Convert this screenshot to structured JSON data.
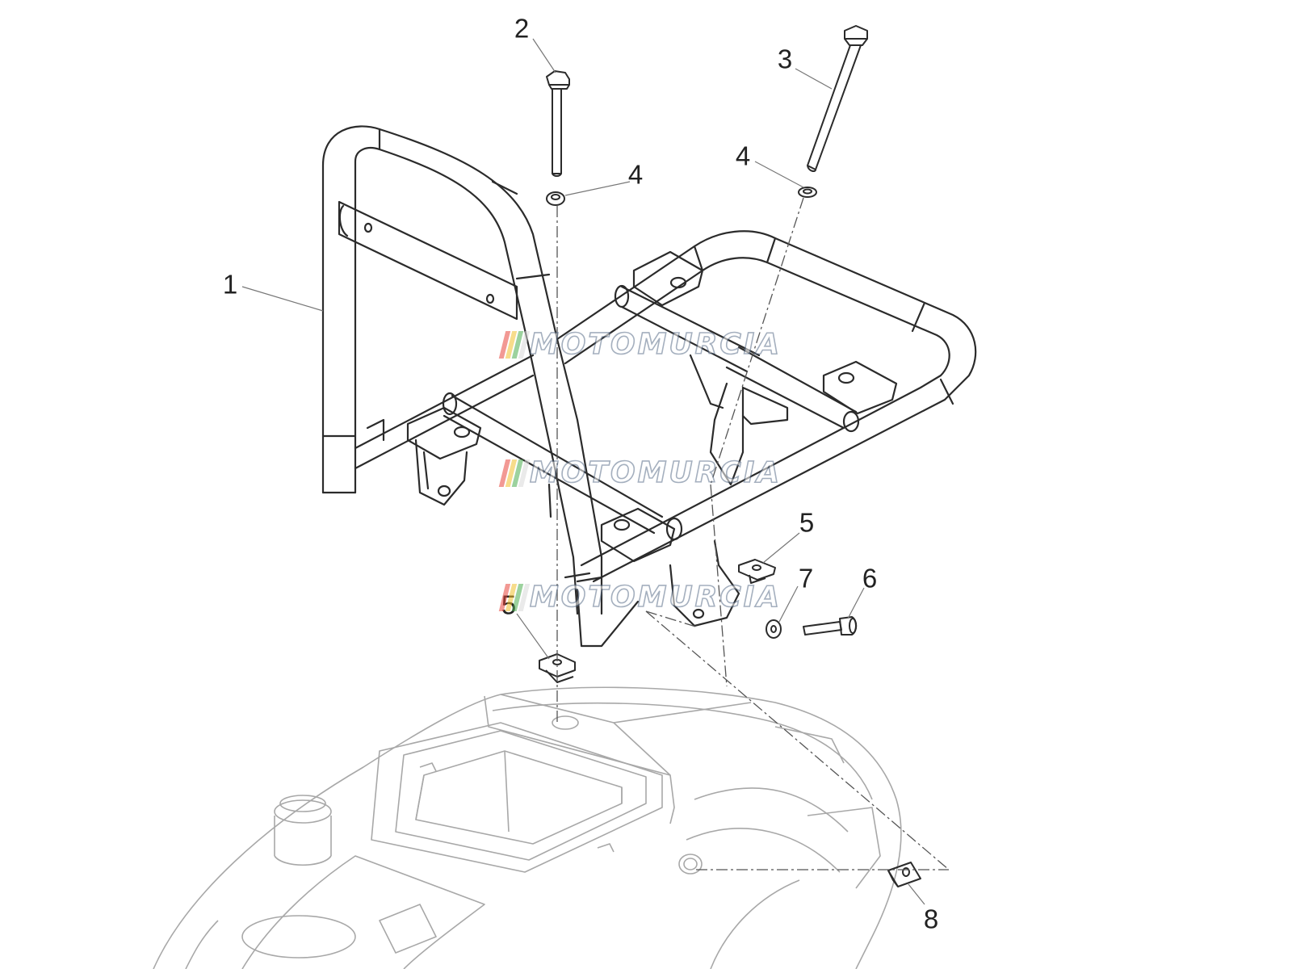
{
  "callouts": {
    "c1": "1",
    "c2": "2",
    "c3": "3",
    "c4a": "4",
    "c4b": "4",
    "c5a": "5",
    "c5b": "5",
    "c6": "6",
    "c7": "7",
    "c8": "8"
  },
  "watermark": {
    "text": "MOTOMURCIA",
    "stripe_colors": [
      "#e8473d",
      "#f2c12e",
      "#4caf50",
      "#d9d9d9"
    ]
  },
  "colors": {
    "line": "#2b2b2b",
    "light_line": "#9a9a9a",
    "leader": "#777777"
  }
}
